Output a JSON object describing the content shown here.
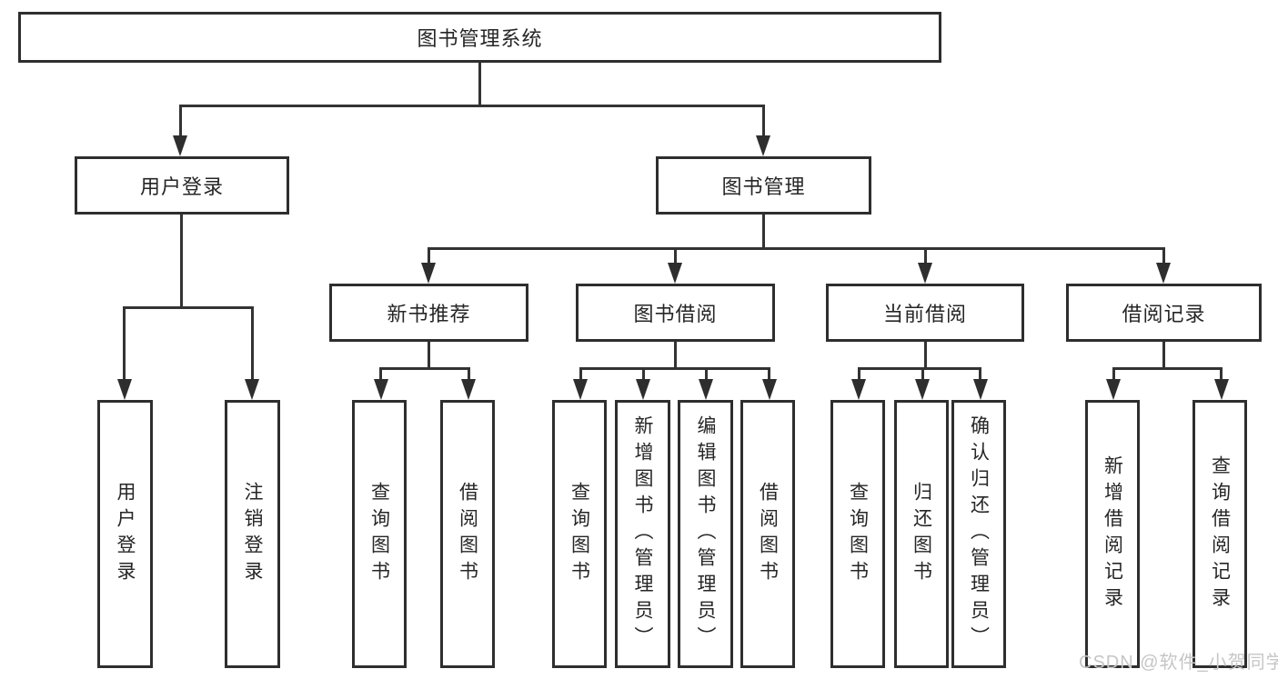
{
  "diagram": {
    "type": "function-structure-tree",
    "colors": {
      "background": "#ffffff",
      "line": "#333333",
      "box_border": "#2e2e2e",
      "text": "#262626",
      "watermark": "#c6c6c6"
    },
    "watermark": "CSDN @软件_小贺同学",
    "nodes": {
      "root": {
        "label": "图书管理系统"
      },
      "login": {
        "label": "用户登录"
      },
      "mgmt": {
        "label": "图书管理"
      },
      "login_user": {
        "label": "用户登录"
      },
      "login_logout": {
        "label": "注销登录"
      },
      "rec": {
        "label": "新书推荐"
      },
      "borrow": {
        "label": "图书借阅"
      },
      "current": {
        "label": "当前借阅"
      },
      "records": {
        "label": "借阅记录"
      },
      "rec_query": {
        "label": "查询图书"
      },
      "rec_borrow": {
        "label": "借阅图书"
      },
      "borrow_query": {
        "label": "查询图书"
      },
      "borrow_add": {
        "label": "新增图书（管理员）"
      },
      "borrow_edit": {
        "label": "编辑图书（管理员）"
      },
      "borrow_borrow": {
        "label": "借阅图书"
      },
      "current_query": {
        "label": "查询图书"
      },
      "current_return": {
        "label": "归还图书"
      },
      "current_confirm": {
        "label": "确认归还（管理员）"
      },
      "records_add": {
        "label": "新增借阅记录"
      },
      "records_query": {
        "label": "查询借阅记录"
      }
    }
  }
}
